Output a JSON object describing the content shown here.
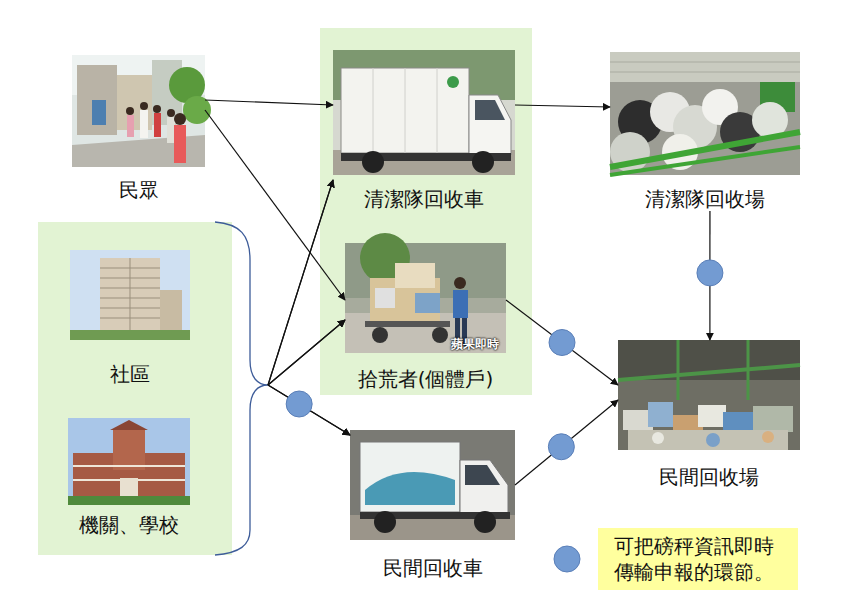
{
  "diagram": {
    "nodes": [
      {
        "text": [
          "民眾"
        ]
      },
      {
        "text": [
          "清潔隊回收車"
        ]
      },
      {
        "text": [
          "清潔隊回收場"
        ]
      },
      {
        "text": [
          "社區"
        ]
      },
      {
        "text": [
          "拾荒者(個體戶)"
        ]
      },
      {
        "text": [
          "民間回收場"
        ]
      },
      {
        "text": [
          "機關、學校"
        ]
      },
      {
        "text": [
          "民間回收車"
        ]
      }
    ],
    "edges": [
      {
        "from": 0,
        "to": 1,
        "arrow": "to"
      },
      {
        "from": 0,
        "to": 4,
        "arrow": "to"
      },
      {
        "from": 3,
        "to": 1,
        "arrow": "to"
      },
      {
        "from": 3,
        "to": 4,
        "arrow": "to"
      },
      {
        "from": 3,
        "to": 7,
        "arrow": "to"
      },
      {
        "from": 6,
        "to": 1,
        "arrow": "to"
      },
      {
        "from": 6,
        "to": 4,
        "arrow": "to"
      },
      {
        "from": 6,
        "to": 7,
        "arrow": "to"
      },
      {
        "from": 1,
        "to": 2,
        "arrow": "to"
      },
      {
        "from": 2,
        "to": 5,
        "arrow": "to"
      },
      {
        "from": 4,
        "to": 5,
        "arrow": "to"
      },
      {
        "from": 7,
        "to": 5,
        "arrow": "to"
      }
    ],
    "labels": [
      "蘋果即時"
    ],
    "legend": [
      {
        "text": "可把磅秤資訊即時 傳輸申報的環節。",
        "color": "#739bd2"
      }
    ]
  }
}
